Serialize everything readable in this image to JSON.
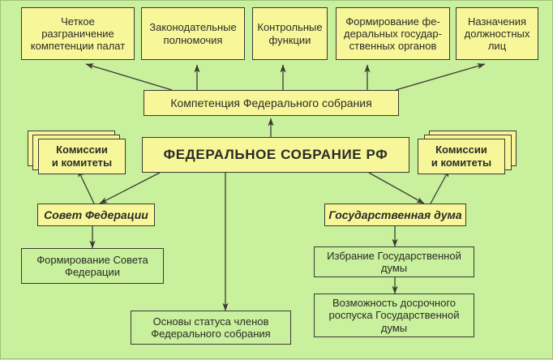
{
  "diagram": {
    "title": "Федеральное собрание РФ — структура и компетенция",
    "background_color": "#c9f09c",
    "node_fill_color": "#f7f79a",
    "border_color": "#3a3a32",
    "nodes": {
      "top_row": [
        {
          "id": "clear-delimitation",
          "label": "Четкое\nразграничение\nкомпетенции  палат"
        },
        {
          "id": "legislative-powers",
          "label": "Законодательные\nполномочия"
        },
        {
          "id": "control-functions",
          "label": "Контрольные\nфункции"
        },
        {
          "id": "formation-federal-bodies",
          "label": "Формирование фе-\nдеральных  государ-\nственных  органов"
        },
        {
          "id": "appointments-officials",
          "label": "Назначения\nдолжностных\nлиц"
        }
      ],
      "competence": {
        "id": "competence",
        "label": "Компетенция  Федерального  собрания"
      },
      "main": {
        "id": "federal-assembly",
        "label": "ФЕДЕРАЛЬНОЕ  СОБРАНИЕ  РФ"
      },
      "commissions_left": {
        "id": "commissions-left",
        "label": "Комиссии\nи  комитеты"
      },
      "commissions_right": {
        "id": "commissions-right",
        "label": "Комиссии\nи  комитеты"
      },
      "federation_council": {
        "id": "federation-council",
        "label": "Совет  Федерации"
      },
      "state_duma": {
        "id": "state-duma",
        "label": "Государственная  дума"
      },
      "council_formation": {
        "id": "council-formation",
        "label": "Формирование  Совета\nФедерации"
      },
      "duma_election": {
        "id": "duma-election",
        "label": "Избрание  Государственной\nдумы"
      },
      "duma_dissolution": {
        "id": "duma-dissolution",
        "label": "Возможность  досрочного\nроспуска  Государственной\nдумы"
      },
      "members_status": {
        "id": "members-status",
        "label": "Основы статуса  членов\nФедерального  собрания"
      }
    },
    "edges": [
      {
        "from": "competence",
        "to": "clear-delimitation"
      },
      {
        "from": "competence",
        "to": "legislative-powers"
      },
      {
        "from": "competence",
        "to": "control-functions"
      },
      {
        "from": "competence",
        "to": "formation-federal-bodies"
      },
      {
        "from": "competence",
        "to": "appointments-officials"
      },
      {
        "from": "federal-assembly",
        "to": "competence"
      },
      {
        "from": "federal-assembly",
        "to": "federation-council"
      },
      {
        "from": "federal-assembly",
        "to": "state-duma"
      },
      {
        "from": "federal-assembly",
        "to": "members-status"
      },
      {
        "from": "federation-council",
        "to": "commissions-left"
      },
      {
        "from": "state-duma",
        "to": "commissions-right"
      },
      {
        "from": "federation-council",
        "to": "council-formation"
      },
      {
        "from": "state-duma",
        "to": "duma-election"
      },
      {
        "from": "duma-election",
        "to": "duma-dissolution"
      }
    ]
  }
}
